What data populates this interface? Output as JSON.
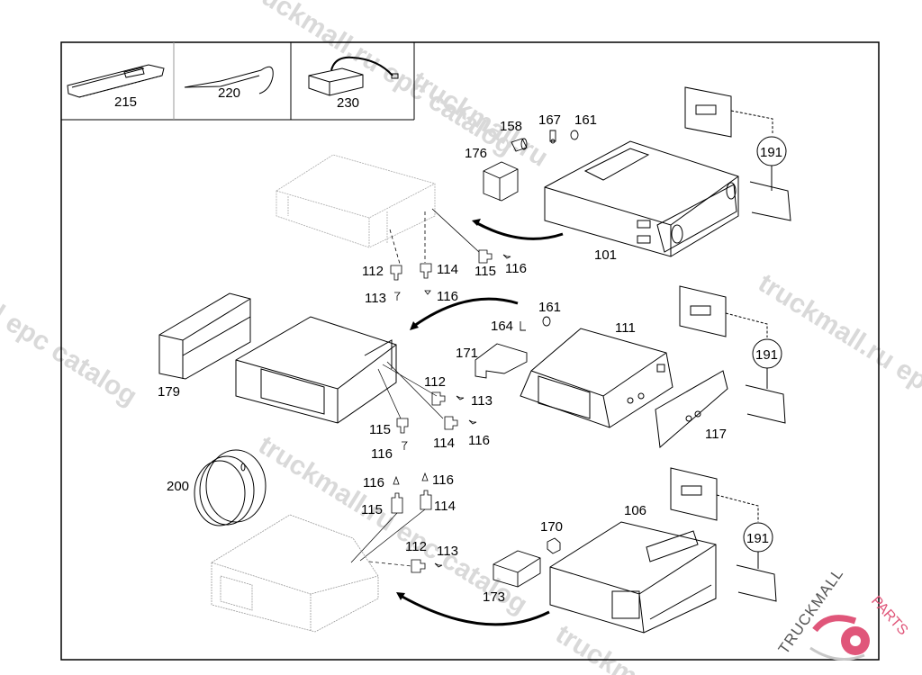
{
  "diagram": {
    "title": "Tachograph exploded parts view",
    "accessory_boxes": [
      {
        "part": "215",
        "icon": "key-tool-icon"
      },
      {
        "part": "220",
        "icon": "hook-tool-icon"
      },
      {
        "part": "230",
        "icon": "battery-pack-icon"
      }
    ],
    "labels": {
      "p101": "101",
      "p106": "106",
      "p111": "111",
      "p117": "117",
      "p112a": "112",
      "p114a": "114",
      "p113a": "113",
      "p116a": "116",
      "p115a": "115",
      "p116b": "116",
      "p158": "158",
      "p167": "167",
      "p161a": "161",
      "p176": "176",
      "p161b": "161",
      "p164": "164",
      "p171": "171",
      "p112b": "112",
      "p113b": "113",
      "p114b": "114",
      "p116c": "116",
      "p115b": "115",
      "p116d": "116",
      "p179": "179",
      "p200": "200",
      "p116e": "116",
      "p116f": "116",
      "p115c": "115",
      "p114c": "114",
      "p112c": "112",
      "p113c": "113",
      "p170": "170",
      "p173": "173",
      "p191a": "191",
      "p191b": "191",
      "p191c": "191"
    },
    "watermarks": [
      "truckmall.ru epc catalog",
      "truckmall.ru epc catalog",
      "truckmall.ru",
      "truckmall.ru epc catalog",
      "l epc catalog",
      "truckm"
    ],
    "logo": {
      "text_top": "TRUCKMALL",
      "text_accent": "PARTS",
      "accent_color": "#e0567a"
    }
  }
}
